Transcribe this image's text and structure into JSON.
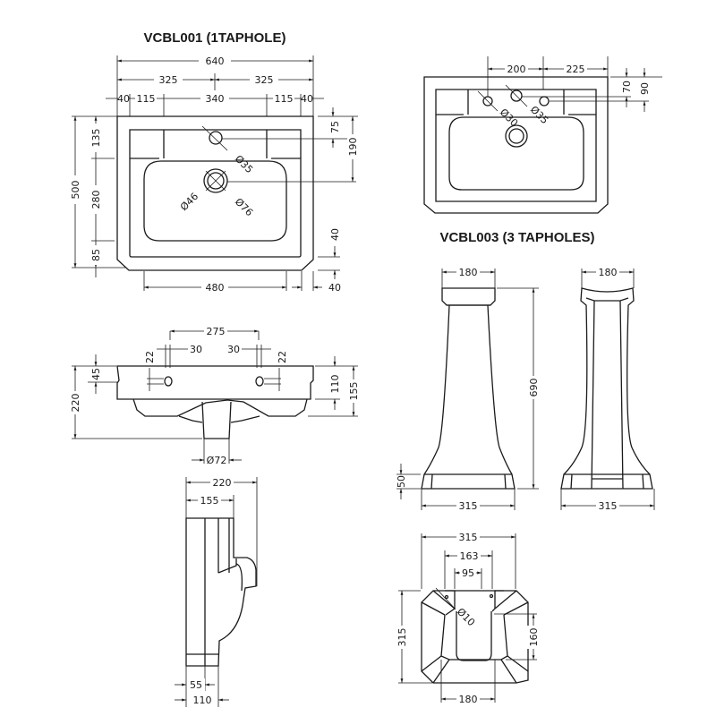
{
  "titles": {
    "vcbl001": "VCBL001 (1TAPHOLE)",
    "vcbl003": "VCBL003 (3 TAPHOLES)"
  },
  "colors": {
    "ink": "#1a1a1a",
    "background": "#ffffff"
  },
  "top_view_1taphole": {
    "overall_width": "640",
    "half_left": "325",
    "half_right": "325",
    "rim_left": "40",
    "deck_left": "115",
    "bowl_centre": "340",
    "deck_right": "115",
    "rim_right": "40",
    "overall_depth": "500",
    "back_deck": "135",
    "bowl_depth": "280",
    "front_rim": "85",
    "taphole_offset": "75",
    "waste_offset": "190",
    "taphole_dia": "Ø35",
    "waste_inner_dia": "Ø46",
    "waste_outer_dia": "Ø76",
    "bowl_width": "480",
    "chamfer_vertical": "40",
    "chamfer_horizontal": "40"
  },
  "top_view_3tapholes": {
    "tap_spacing_left": "200",
    "tap_spacing_right": "225",
    "side_taphole_offset": "70",
    "centre_taphole_offset": "90",
    "side_taphole_dia": "Ø30",
    "centre_taphole_dia": "Ø35"
  },
  "front_view": {
    "fixing_spacing": "275",
    "fixing_left_width": "30",
    "fixing_right_width": "30",
    "fixing_left_height": "22",
    "fixing_right_height": "22",
    "fixing_height": "45",
    "overall_height": "220",
    "rim_height": "110",
    "bowl_height": "155",
    "waste_dia": "Ø72"
  },
  "side_view": {
    "overall_projection": "220",
    "rim_projection": "155",
    "base_width": "55",
    "base_total": "110"
  },
  "pedestal_front": {
    "top_width": "180",
    "height": "690",
    "base_height": "50",
    "base_width": "315"
  },
  "pedestal_side": {
    "top_width": "180",
    "base_width": "315"
  },
  "pedestal_plan": {
    "overall_width": "315",
    "opening_outer": "163",
    "opening_inner": "95",
    "fixing_hole_dia": "Ø10",
    "overall_depth": "315",
    "opening_depth": "160",
    "rear_width": "180"
  }
}
